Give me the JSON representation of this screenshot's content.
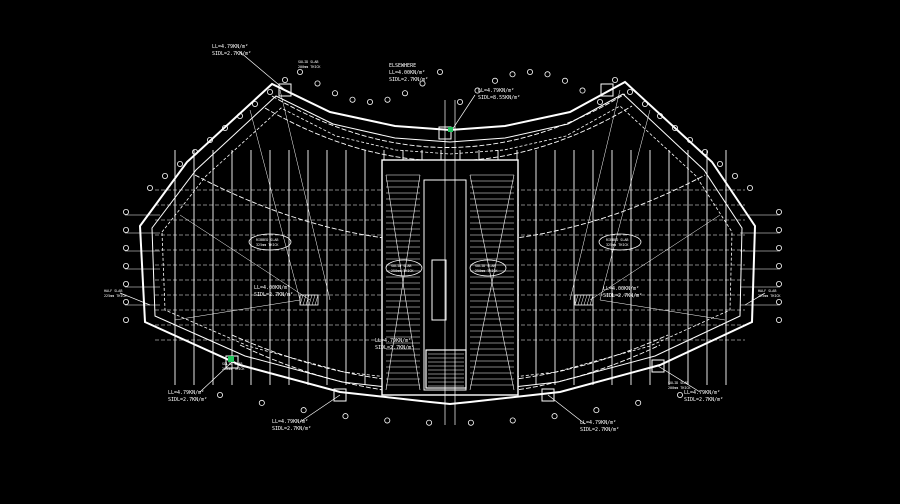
{
  "colors": {
    "background": "#000000",
    "lines": "#ffffff",
    "accent": "#22c55e"
  },
  "notes": [
    {
      "id": "elsewhere",
      "lines": [
        "ELSEWHERE",
        "LL=4.00KN/m²",
        "SIDL=2.7KN/m²"
      ]
    },
    {
      "id": "top-left",
      "lines": [
        "LL=4.79KN/m²",
        "SIDL=2.7KN/m²"
      ]
    },
    {
      "id": "top-center",
      "lines": [
        "LL=4.79KN/m²",
        "SIDL=8.55KN/m²"
      ]
    },
    {
      "id": "left-mid",
      "lines": [
        "LL=4.00KN/m²",
        "SIDL=2.7KN/m²"
      ]
    },
    {
      "id": "right-mid",
      "lines": [
        "LL=4.00KN/m²",
        "SIDL=2.7KN/m²"
      ]
    },
    {
      "id": "center-low",
      "lines": [
        "LL=4.79KN/m²",
        "SIDL=2.7KN/m²"
      ]
    },
    {
      "id": "bottom-left",
      "lines": [
        "LL=4.79KN/m²",
        "SIDL=2.7KN/m²"
      ]
    },
    {
      "id": "bottom-left2",
      "lines": [
        "LL=4.79KN/m²",
        "SIDL=2.7KN/m²"
      ]
    },
    {
      "id": "bottom-right",
      "lines": [
        "LL=4.79KN/m²",
        "SIDL=2.7KN/m²"
      ]
    },
    {
      "id": "bottom-right2",
      "lines": [
        "LL=4.79KN/m²",
        "SIDL=2.7KN/m²"
      ]
    }
  ],
  "slab_tags": [
    {
      "id": "solid-slab-top",
      "lines": [
        "SOLID SLAB",
        "200mm THICK"
      ]
    },
    {
      "id": "ribbed-left",
      "lines": [
        "RIBBED SLAB",
        "325mm THICK"
      ]
    },
    {
      "id": "ribbed-right",
      "lines": [
        "RIBBED SLAB",
        "325mm THICK"
      ]
    },
    {
      "id": "solid-core-left",
      "lines": [
        "SOLID SLAB",
        "250mm THICK"
      ]
    },
    {
      "id": "solid-core-right",
      "lines": [
        "SOLID SLAB",
        "250mm THICK"
      ]
    },
    {
      "id": "half-slab-left",
      "lines": [
        "HALF SLAB",
        "225mm THICK"
      ]
    },
    {
      "id": "half-slab-right",
      "lines": [
        "HALF SLAB",
        "225mm THICK"
      ]
    },
    {
      "id": "solid-slab-bl",
      "lines": [
        "SOLID SLAB",
        "200mm THICK"
      ]
    },
    {
      "id": "solid-slab-br",
      "lines": [
        "SOLID SLAB",
        "200mm THICK"
      ]
    }
  ]
}
